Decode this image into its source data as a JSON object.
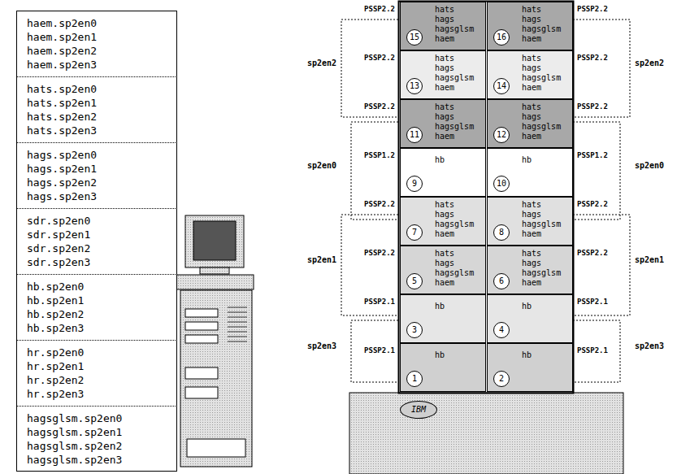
{
  "diagram": {
    "nodes": [
      {
        "text": [
          "haem.sp2en0",
          "haem.sp2en1",
          "haem.sp2en2",
          "haem.sp2en3"
        ]
      },
      {
        "text": [
          "hats.sp2en0",
          "hats.sp2en1",
          "hats.sp2en2",
          "hats.sp2en3"
        ]
      },
      {
        "text": [
          "hags.sp2en0",
          "hags.sp2en1",
          "hags.sp2en2",
          "hags.sp2en3"
        ]
      },
      {
        "text": [
          "sdr.sp2en0",
          "sdr.sp2en1",
          "sdr.sp2en2",
          "sdr.sp2en3"
        ]
      },
      {
        "text": [
          "hb.sp2en0",
          "hb.sp2en1",
          "hb.sp2en2",
          "hb.sp2en3"
        ]
      },
      {
        "text": [
          "hr.sp2en0",
          "hr.sp2en1",
          "hr.sp2en2",
          "hr.sp2en3"
        ]
      },
      {
        "text": [
          "hagsglsm.sp2en0",
          "hagsglsm.sp2en1",
          "hagsglsm.sp2en2",
          "hagsglsm.sp2en3"
        ]
      },
      {
        "text": [
          "hats",
          "hags",
          "hagsglsm",
          "haem"
        ]
      },
      {
        "text": [
          "15"
        ],
        "in": 7
      },
      {
        "text": [
          "hats",
          "hags",
          "hagsglsm",
          "haem"
        ]
      },
      {
        "text": [
          "16"
        ],
        "in": 9
      },
      {
        "text": [
          "hats",
          "hags",
          "hagsglsm",
          "haem"
        ]
      },
      {
        "text": [
          "13"
        ],
        "in": 11
      },
      {
        "text": [
          "hats",
          "hags",
          "hagsglsm",
          "haem"
        ]
      },
      {
        "text": [
          "14"
        ],
        "in": 13
      },
      {
        "text": [
          "hats",
          "hags",
          "hagsglsm",
          "haem"
        ]
      },
      {
        "text": [
          "11"
        ],
        "in": 15
      },
      {
        "text": [
          "hats",
          "hags",
          "hagsglsm",
          "haem"
        ]
      },
      {
        "text": [
          "12"
        ],
        "in": 17
      },
      {
        "text": [
          "hb"
        ]
      },
      {
        "text": [
          "9"
        ],
        "in": 19
      },
      {
        "text": [
          "hb"
        ]
      },
      {
        "text": [
          "10"
        ],
        "in": 21
      },
      {
        "text": [
          "hats",
          "hags",
          "hagsglsm",
          "haem"
        ]
      },
      {
        "text": [
          "7"
        ],
        "in": 23
      },
      {
        "text": [
          "hats",
          "hags",
          "hagsglsm",
          "haem"
        ]
      },
      {
        "text": [
          "8"
        ],
        "in": 25
      },
      {
        "text": [
          "hats",
          "hags",
          "hagsglsm",
          "haem"
        ]
      },
      {
        "text": [
          "5"
        ],
        "in": 27
      },
      {
        "text": [
          "hats",
          "hags",
          "hagsglsm",
          "haem"
        ]
      },
      {
        "text": [
          "6"
        ],
        "in": 29
      },
      {
        "text": [
          "hb"
        ]
      },
      {
        "text": [
          "3"
        ],
        "in": 31
      },
      {
        "text": [
          "hb"
        ]
      },
      {
        "text": [
          "4"
        ],
        "in": 33
      },
      {
        "text": [
          "hb"
        ]
      },
      {
        "text": [
          "1"
        ],
        "in": 35
      },
      {
        "text": [
          "hb"
        ]
      },
      {
        "text": [
          "2"
        ],
        "in": 37
      },
      {
        "text": [
          "IBM"
        ]
      }
    ],
    "labels": [
      "PSSP2.2",
      "PSSP2.2",
      "PSSP2.2",
      "PSSP2.2",
      "PSSP2.2",
      "PSSP2.2",
      "PSSP1.2",
      "PSSP1.2",
      "PSSP2.2",
      "PSSP2.2",
      "PSSP2.2",
      "PSSP2.2",
      "PSSP2.1",
      "PSSP2.1",
      "PSSP2.1",
      "PSSP2.1",
      "sp2en2",
      "sp2en2",
      "sp2en0",
      "sp2en0",
      "sp2en1",
      "sp2en1",
      "sp2en3",
      "sp2en3"
    ]
  }
}
